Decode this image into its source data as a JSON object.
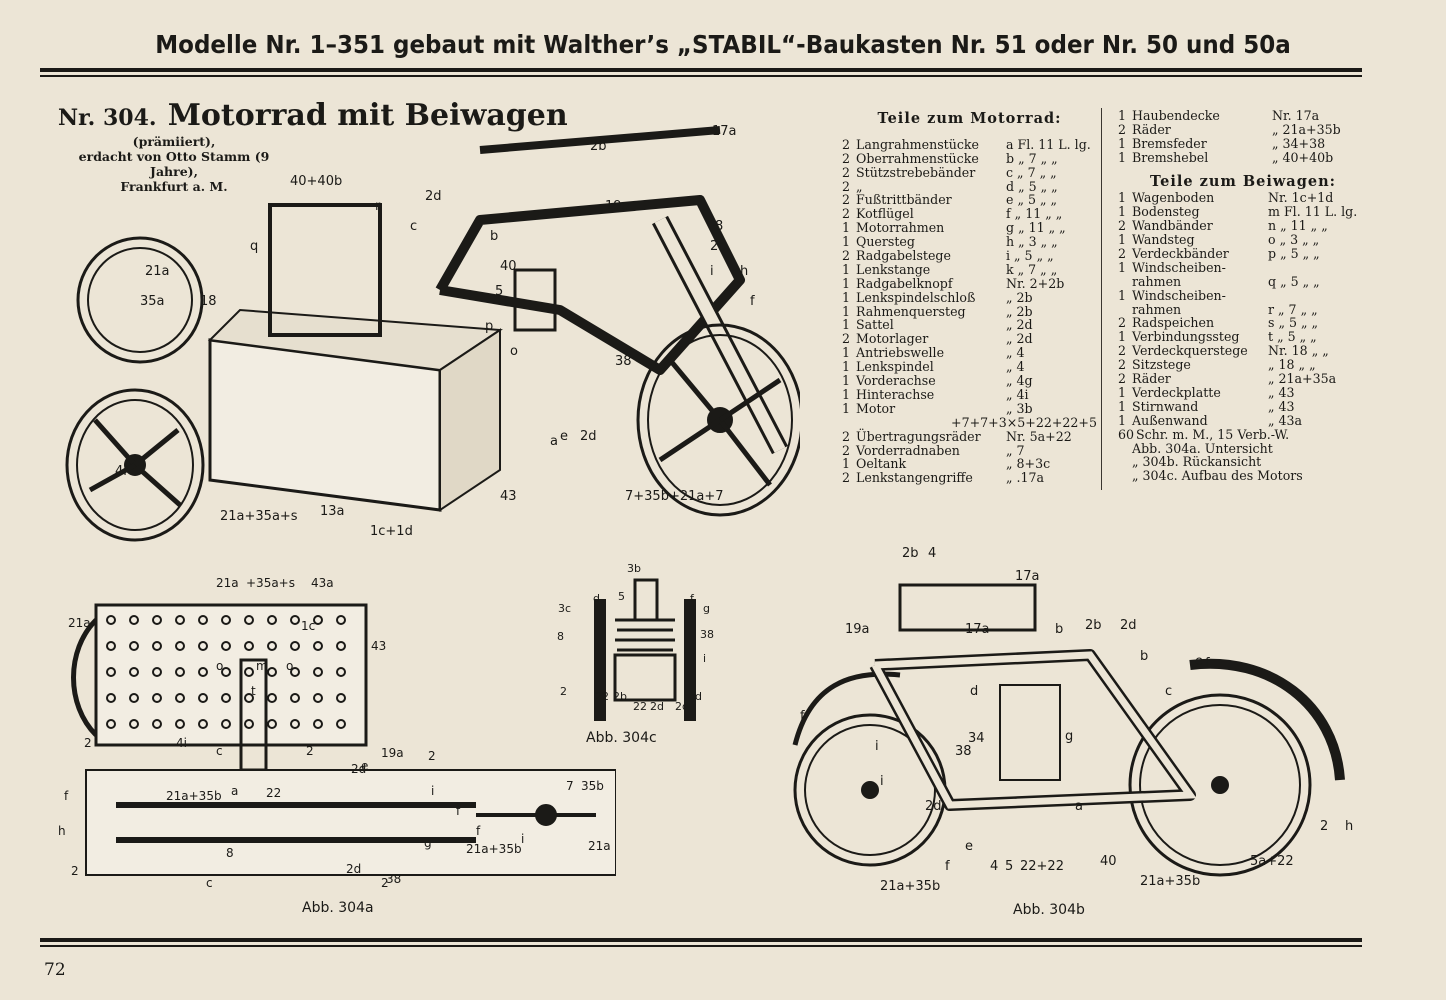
{
  "header": "Modelle Nr. 1–351 gebaut mit Walther’s „STABIL“-Baukasten Nr. 51 oder Nr. 50 und 50a",
  "page_number": "72",
  "model": {
    "number": "Nr. 304.",
    "name": "Motorrad mit Beiwagen",
    "award": "(prämiiert),",
    "designer": "erdacht von Otto Stamm (9 Jahre),",
    "city": "Frankfurt a. M."
  },
  "motorrad_parts": {
    "heading": "Teile zum Motorrad:",
    "rows": [
      {
        "qty": "2",
        "name": "Langrahmenstücke",
        "code": "a Fl. 11 L. lg."
      },
      {
        "qty": "2",
        "name": "Oberrahmenstücke",
        "code": "b  „   7 „   „"
      },
      {
        "qty": "2",
        "name": "Stützstrebebänder",
        "code": "c  „   7 „   „"
      },
      {
        "qty": "2",
        "name": "„",
        "code": "d  „   5 „   „"
      },
      {
        "qty": "2",
        "name": "Fußtrittbänder",
        "code": "e  „   5 „   „"
      },
      {
        "qty": "2",
        "name": "Kotflügel",
        "code": "f  „  11 „   „"
      },
      {
        "qty": "1",
        "name": "Motorrahmen",
        "code": "g  „  11 „   „"
      },
      {
        "qty": "1",
        "name": "Quersteg",
        "code": "h  „   3 „   „"
      },
      {
        "qty": "2",
        "name": "Radgabelstege",
        "code": "i  „   5 „   „"
      },
      {
        "qty": "1",
        "name": "Lenkstange",
        "code": "k  „   7 „   „"
      },
      {
        "qty": "1",
        "name": "Radgabelknopf",
        "code": "Nr. 2+2b"
      },
      {
        "qty": "1",
        "name": "Lenkspindelschloß",
        "code": "„  2b"
      },
      {
        "qty": "1",
        "name": "Rahmenquersteg",
        "code": "„  2b"
      },
      {
        "qty": "1",
        "name": "Sattel",
        "code": "„  2d"
      },
      {
        "qty": "2",
        "name": "Motorlager",
        "code": "„  2d"
      },
      {
        "qty": "1",
        "name": "Antriebswelle",
        "code": "„  4"
      },
      {
        "qty": "1",
        "name": "Lenkspindel",
        "code": "„  4"
      },
      {
        "qty": "1",
        "name": "Vorderachse",
        "code": "„  4g"
      },
      {
        "qty": "1",
        "name": "Hinterachse",
        "code": "„  4i"
      },
      {
        "qty": "1",
        "name": "Motor",
        "code": "„  3b"
      },
      {
        "qty": "",
        "name": "",
        "code": "+7+7+3×5+22+22+5"
      },
      {
        "qty": "2",
        "name": "Übertragungsräder",
        "code": "Nr. 5a+22"
      },
      {
        "qty": "2",
        "name": "Vorderradnaben",
        "code": "„  7"
      },
      {
        "qty": "1",
        "name": "Oeltank",
        "code": "„  8+3c"
      },
      {
        "qty": "2",
        "name": "Lenkstangengriffe",
        "code": "„ .17a"
      }
    ]
  },
  "motorrad_parts_cont": [
    {
      "qty": "1",
      "name": "Haubendecke",
      "code": "Nr. 17a"
    },
    {
      "qty": "2",
      "name": "Räder",
      "code": "„  21a+35b"
    },
    {
      "qty": "1",
      "name": "Bremsfeder",
      "code": "„  34+38"
    },
    {
      "qty": "1",
      "name": "Bremshebel",
      "code": "„  40+40b"
    }
  ],
  "beiwagen_parts": {
    "heading": "Teile zum Beiwagen:",
    "rows": [
      {
        "qty": "1",
        "name": "Wagenboden",
        "code": "Nr. 1c+1d"
      },
      {
        "qty": "1",
        "name": "Bodensteg",
        "code": "m Fl. 11 L. lg."
      },
      {
        "qty": "2",
        "name": "Wandbänder",
        "code": "n  „  11 „   „"
      },
      {
        "qty": "1",
        "name": "Wandsteg",
        "code": "o  „   3 „   „"
      },
      {
        "qty": "2",
        "name": "Verdeckbänder",
        "code": "p  „   5 „   „"
      },
      {
        "qty": "1",
        "name": "Windscheiben-",
        "code": ""
      },
      {
        "qty": "",
        "name": "rahmen",
        "code": "q  „   5 „   „"
      },
      {
        "qty": "1",
        "name": "Windscheiben-",
        "code": ""
      },
      {
        "qty": "",
        "name": "rahmen",
        "code": "r  „   7 „   „"
      },
      {
        "qty": "2",
        "name": "Radspeichen",
        "code": "s  „   5 „   „"
      },
      {
        "qty": "1",
        "name": "Verbindungssteg",
        "code": "t  „   5 „   „"
      },
      {
        "qty": "2",
        "name": "Verdeckquerstege",
        "code": "Nr. 18  „   „"
      },
      {
        "qty": "2",
        "name": "Sitzstege",
        "code": "„  18  „   „"
      },
      {
        "qty": "2",
        "name": "Räder",
        "code": "„  21a+35a"
      },
      {
        "qty": "1",
        "name": "Verdeckplatte",
        "code": "„  43"
      },
      {
        "qty": "1",
        "name": "Stirnwand",
        "code": "„  43"
      },
      {
        "qty": "1",
        "name": "Außenwand",
        "code": "„  43a"
      },
      {
        "qty": "60",
        "name": "Schr. m. M., 15 Verb.-W.",
        "code": ""
      },
      {
        "qty": "",
        "name": "Abb. 304a.  Untersicht",
        "code": ""
      },
      {
        "qty": "",
        "name": "„    304b.  Rückansicht",
        "code": ""
      },
      {
        "qty": "",
        "name": "„    304c.  Aufbau des Motors",
        "code": ""
      }
    ]
  },
  "figures": {
    "a_caption": "Abb. 304a",
    "b_caption": "Abb. 304b",
    "c_caption": "Abb. 304c"
  },
  "labels": {
    "main": [
      "17a",
      "2b",
      "2d",
      "40+40b",
      "19a",
      "c",
      "q",
      "r",
      "b",
      "i",
      "8",
      "2b",
      "40",
      "5",
      "f",
      "18",
      "p",
      "h",
      "o",
      "e",
      "a",
      "2d",
      "38",
      "43",
      "4i",
      "21a+35a+s",
      "13a",
      "1c+1d",
      "7+35b+21a+7",
      "21a",
      "35a"
    ],
    "a": [
      "21a",
      "+35a+s",
      "43a",
      "21a",
      "1c",
      "o",
      "m",
      "o",
      "43",
      "t",
      "2",
      "4i",
      "c",
      "2",
      "19a",
      "2",
      "e",
      "2d",
      "i",
      "f",
      "h",
      "21a+35b",
      "a",
      "22",
      "f",
      "7",
      "35b",
      "21a",
      "2",
      "8",
      "2d",
      "c",
      "2",
      "38",
      "f",
      "21a+35b",
      "i",
      "g"
    ],
    "b": [
      "2b",
      "4",
      "17a",
      "19a",
      "17a",
      "b",
      "2b",
      "2d",
      "b",
      "e",
      "c",
      "d",
      "a",
      "f",
      "i",
      "38",
      "34",
      "2d",
      "g",
      "i",
      "e",
      "f",
      "4",
      "5",
      "22+22",
      "40",
      "21a+35b",
      "21a+35b",
      "5a+22",
      "2",
      "h",
      "f"
    ],
    "c": [
      "3b",
      "3c",
      "d",
      "5",
      "f",
      "g",
      "8",
      "38",
      "i",
      "2",
      "22",
      "2b",
      "22",
      "2d",
      "2d",
      "d"
    ]
  }
}
